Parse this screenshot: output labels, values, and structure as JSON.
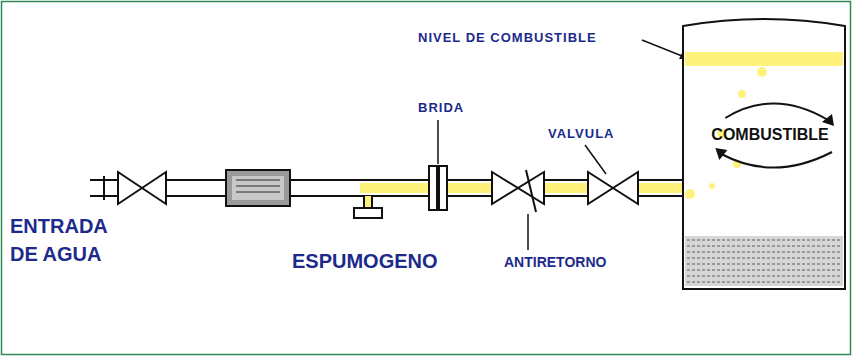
{
  "diagram": {
    "nodes": [
      {
        "text": [
          "COMBUSTIBLE"
        ]
      }
    ],
    "labels": [
      "NIVEL DE COMBUSTIBLE",
      "BRIDA",
      "VALVULA",
      "ENTRADA DE AGUA",
      "ESPUMOGENO",
      "ANTIRETORNO"
    ]
  }
}
